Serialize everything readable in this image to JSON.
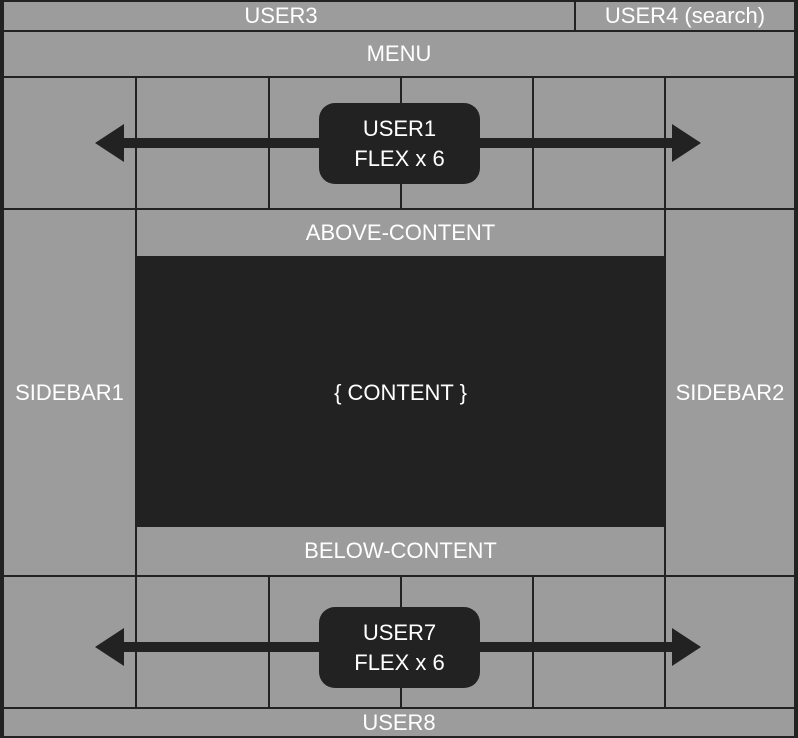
{
  "colors": {
    "background": "#222222",
    "panel": "#9c9c9c",
    "text": "#ffffff"
  },
  "header": {
    "user3": "USER3",
    "user4": "USER4 (search)"
  },
  "menu": "MENU",
  "user1": {
    "line1": "USER1",
    "line2": "FLEX x 6",
    "icon": "double-arrow-icon"
  },
  "above_content": "ABOVE-CONTENT",
  "sidebar1": "SIDEBAR1",
  "sidebar2": "SIDEBAR2",
  "content": "{ CONTENT }",
  "below_content": "BELOW-CONTENT",
  "user7": {
    "line1": "USER7",
    "line2": "FLEX x 6",
    "icon": "double-arrow-icon"
  },
  "footer": {
    "user8": "USER8"
  }
}
